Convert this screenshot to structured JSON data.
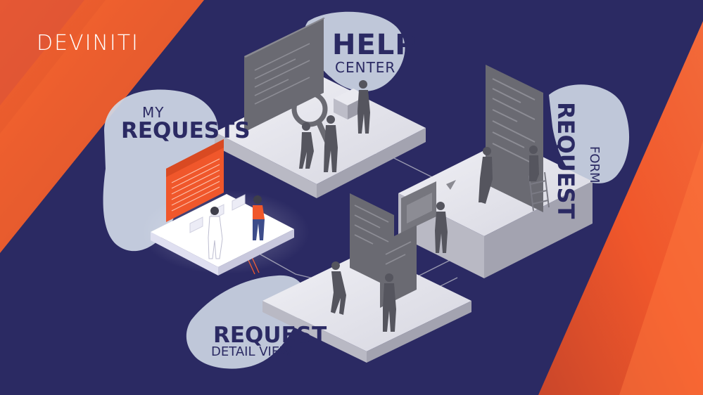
{
  "brand": {
    "logo_text": "DEVINITI"
  },
  "labels": {
    "help_center": {
      "line1": "HELP",
      "line2": "CENTER"
    },
    "my_requests": {
      "line1": "MY",
      "line2": "REQUESTS"
    },
    "request_form": {
      "line1": "REQUEST",
      "line2": "FORM"
    },
    "request_detail_view": {
      "line1": "REQUEST",
      "line2": "DETAIL VIEW"
    }
  },
  "colors": {
    "background": "#2b2a63",
    "accent_orange": "#f0572b",
    "blob_light": "#cfd8e6",
    "platform_top": "#e8e8ee",
    "platform_side": "#b9b9c4",
    "screen_gray": "#6a6a72",
    "label_navy": "#2b2a63"
  }
}
